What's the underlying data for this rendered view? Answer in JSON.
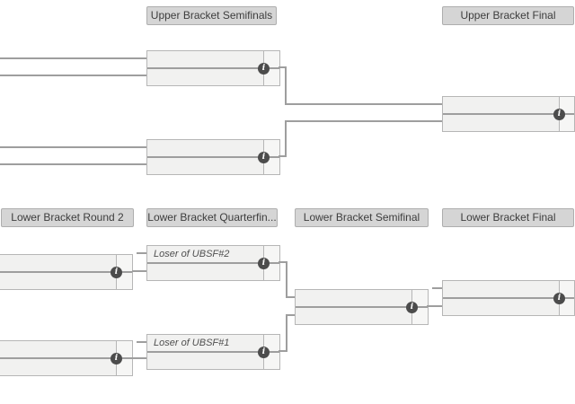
{
  "headers": {
    "upper_bracket_semifinals": "Upper Bracket Semifinals",
    "upper_bracket_final": "Upper Bracket Final",
    "lower_bracket_round2": "Lower Bracket Round 2",
    "lower_bracket_quarterfinals": "Lower Bracket Quarterfin...",
    "lower_bracket_semifinal": "Lower Bracket Semifinal",
    "lower_bracket_final": "Lower Bracket Final"
  },
  "matches": {
    "lower_quarterfinal_top": {
      "top_team": "Loser of UBSF#2"
    },
    "lower_quarterfinal_bottom": {
      "top_team": "Loser of UBSF#1"
    }
  },
  "icons": {
    "info": "i"
  },
  "colors": {
    "header_fill": "#d5d5d5",
    "match_fill": "#f1f1f0",
    "score_fill": "#f6f6f5",
    "border": "#b6b6b6",
    "connector": "#9e9e9e",
    "info_icon": "#4c4c4c"
  }
}
